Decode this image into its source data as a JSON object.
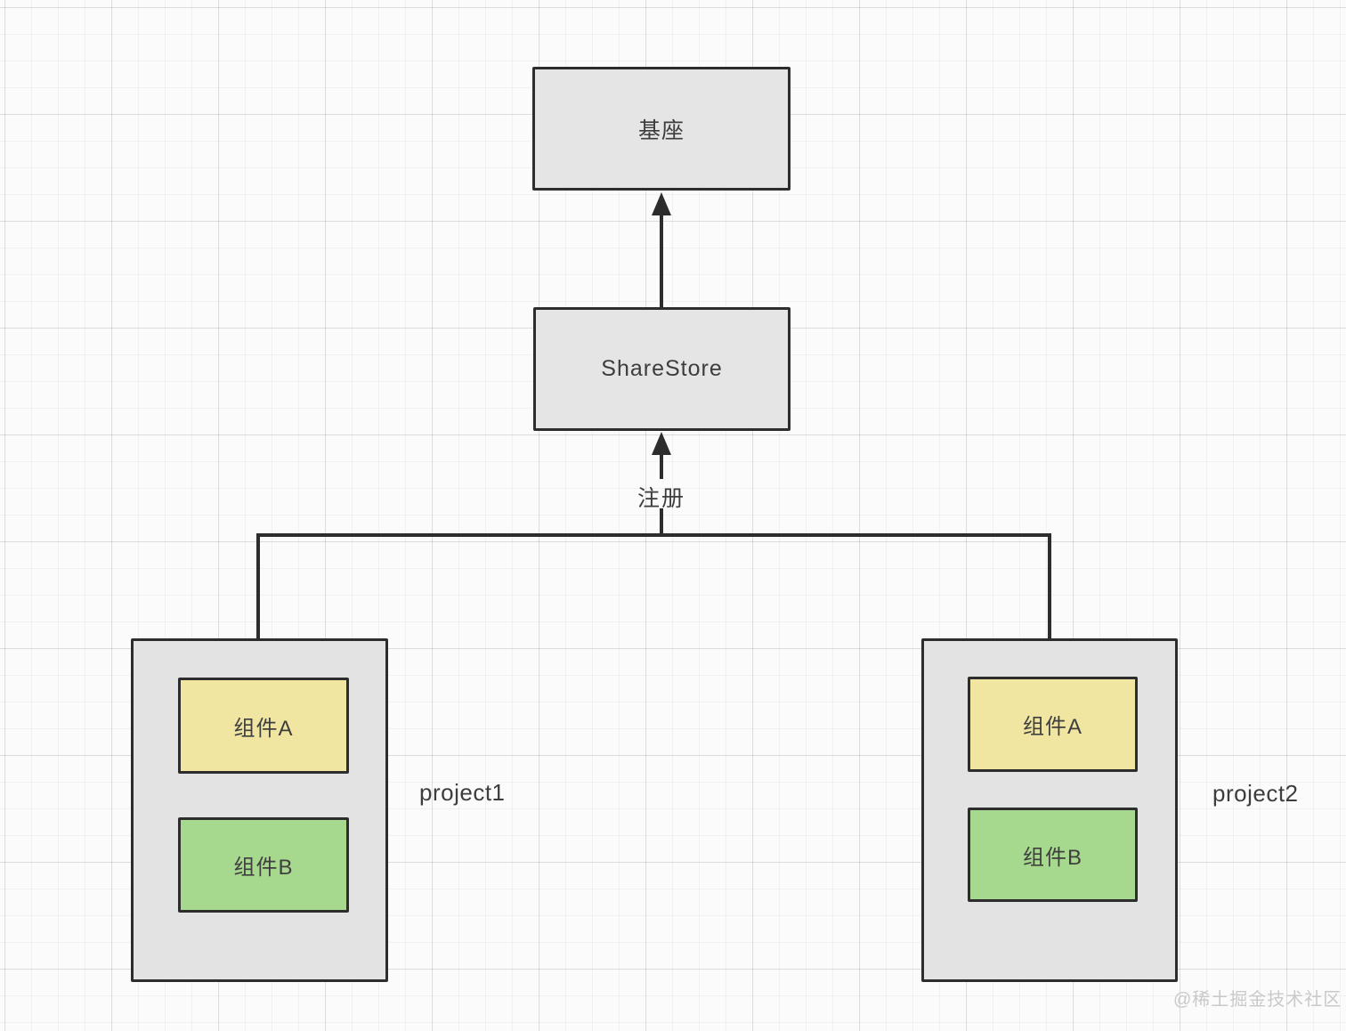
{
  "diagram": {
    "nodes": {
      "base_label": "基座",
      "sharestore_label": "ShareStore"
    },
    "edges": {
      "register_label": "注册"
    },
    "project1": {
      "label": "project1",
      "components": [
        "组件A",
        "组件B"
      ]
    },
    "project2": {
      "label": "project2",
      "components": [
        "组件A",
        "组件B"
      ]
    },
    "watermark": "@稀土掘金技术社区",
    "colors": {
      "node_fill": "#e5e5e5",
      "component_a_fill": "#f0e5a1",
      "component_b_fill": "#a6d88e",
      "stroke": "#2d2d2d",
      "text": "#3d3d3d",
      "watermark": "#c9c9c9",
      "background": "#fbfbfb"
    }
  }
}
